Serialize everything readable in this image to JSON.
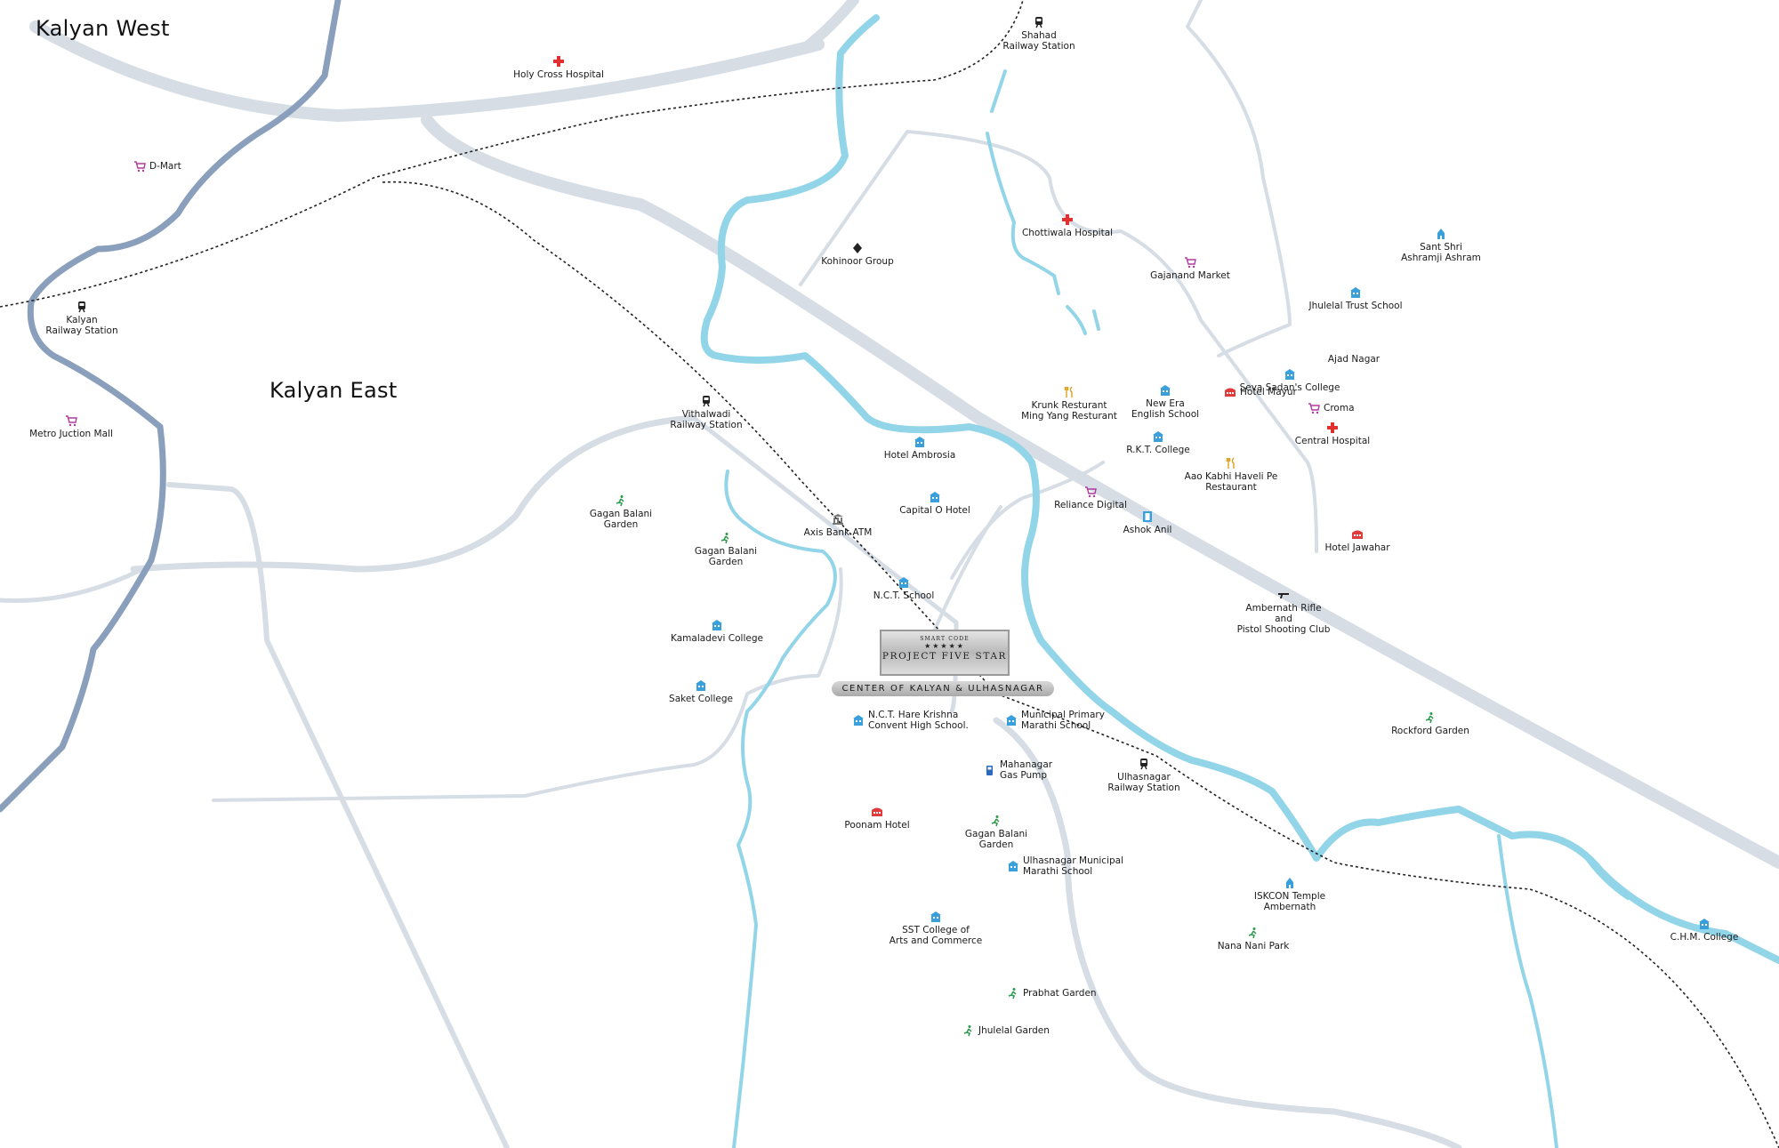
{
  "areas": {
    "kalyan_west": "Kalyan West",
    "kalyan_east": "Kalyan East"
  },
  "project": {
    "badge_small": "SMART CODE",
    "badge_stars": "★★★★★",
    "badge_name": "PROJECT FIVE STAR",
    "tagline": "CENTER OF KALYAN & ULHASNAGAR"
  },
  "colors": {
    "road": "#d6dde5",
    "highway": "#8a9fbb",
    "river": "#93d5e8",
    "railway": "#222222",
    "hospital": "#e03030",
    "market": "#b03aa0",
    "school": "#3aa0dc",
    "garden": "#2a9a4a",
    "hotel": "#e03a3a",
    "restaurant": "#e0a020"
  },
  "pois": [
    {
      "label": "Holy Cross Hospital",
      "icon": "hospital-icon"
    },
    {
      "label": "Shahad\nRailway Station",
      "icon": "train-icon"
    },
    {
      "label": "D-Mart",
      "icon": "cart-icon"
    },
    {
      "label": "Kalyan\nRailway Station",
      "icon": "train-icon"
    },
    {
      "label": "Metro Juction Mall",
      "icon": "cart-icon"
    },
    {
      "label": "Kohinoor Group",
      "icon": "diamond-icon"
    },
    {
      "label": "Chottiwala Hospital",
      "icon": "hospital-icon"
    },
    {
      "label": "Gajanand Market",
      "icon": "cart-icon"
    },
    {
      "label": "Sant Shri\nAshramji Ashram",
      "icon": "temple-icon"
    },
    {
      "label": "Jhulelal Trust School",
      "icon": "school-icon"
    },
    {
      "label": "Ajad Nagar",
      "icon": ""
    },
    {
      "label": "Seva Sadan's College",
      "icon": "school-icon"
    },
    {
      "label": "Krunk Resturant\nMing Yang Resturant",
      "icon": "restaurant-icon"
    },
    {
      "label": "New Era\nEnglish School",
      "icon": "school-icon"
    },
    {
      "label": "Hotel Mayur",
      "icon": "hotel-icon"
    },
    {
      "label": "Croma",
      "icon": "cart-icon"
    },
    {
      "label": "Central Hospital",
      "icon": "hospital-icon"
    },
    {
      "label": "R.K.T. College",
      "icon": "school-icon"
    },
    {
      "label": "Vithalwadi\nRailway Station",
      "icon": "train-icon"
    },
    {
      "label": "Hotel Ambrosia",
      "icon": "school-icon"
    },
    {
      "label": "Aao Kabhi Haveli Pe\nRestaurant",
      "icon": "restaurant-icon"
    },
    {
      "label": "Reliance Digital",
      "icon": "cart-icon"
    },
    {
      "label": "Capital O Hotel",
      "icon": "school-icon"
    },
    {
      "label": "Ashok Anil",
      "icon": "film-icon"
    },
    {
      "label": "Hotel Jawahar",
      "icon": "hotel-icon"
    },
    {
      "label": "Gagan Balani\nGarden",
      "icon": "garden-icon"
    },
    {
      "label": "Axis Bank ATM",
      "icon": "bank-icon"
    },
    {
      "label": "Gagan Balani\nGarden",
      "icon": "garden-icon"
    },
    {
      "label": "N.C.T. School",
      "icon": "school-icon"
    },
    {
      "label": "Ambernath Rifle\nand\nPistol Shooting Club",
      "icon": "gun-icon"
    },
    {
      "label": "Kamaladevi College",
      "icon": "school-icon"
    },
    {
      "label": "Saket College",
      "icon": "school-icon"
    },
    {
      "label": "Rockford Garden",
      "icon": "garden-icon"
    },
    {
      "label": "N.C.T. Hare Krishna\nConvent High School.",
      "icon": "school-icon"
    },
    {
      "label": "Municipal Primary\nMarathi School",
      "icon": "school-icon"
    },
    {
      "label": "Mahanagar\nGas Pump",
      "icon": "fuel-icon"
    },
    {
      "label": "Ulhasnagar\nRailway Station",
      "icon": "train-icon"
    },
    {
      "label": "Poonam Hotel",
      "icon": "hotel-icon"
    },
    {
      "label": "Gagan Balani\nGarden",
      "icon": "garden-icon"
    },
    {
      "label": "Ulhasnagar Municipal\nMarathi School",
      "icon": "school-icon"
    },
    {
      "label": "ISKCON Temple\nAmbernath",
      "icon": "temple-icon"
    },
    {
      "label": "SST College of\nArts and Commerce",
      "icon": "school-icon"
    },
    {
      "label": "Nana Nani Park",
      "icon": "garden-icon"
    },
    {
      "label": "C.H.M. College",
      "icon": "school-icon"
    },
    {
      "label": "Prabhat Garden",
      "icon": "garden-icon"
    },
    {
      "label": "Jhulelal Garden",
      "icon": "garden-icon"
    }
  ]
}
